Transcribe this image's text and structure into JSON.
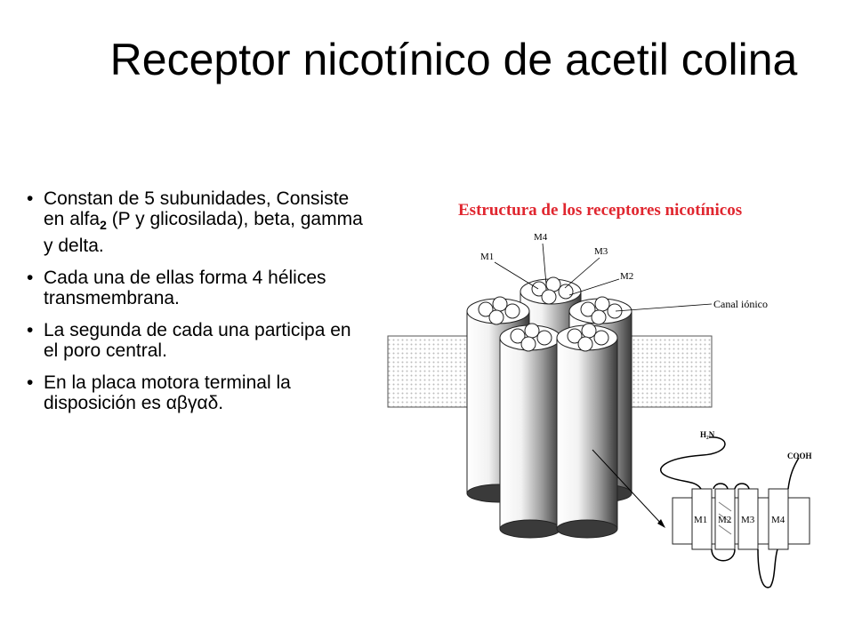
{
  "title": "Receptor nicotínico de acetil colina",
  "bullets": {
    "b1_pre": "Constan de 5 subunidades, Consiste en alfa",
    "b1_sub": "2",
    "b1_post": " (P y glicosilada), beta, gamma y delta.",
    "b2": "Cada una de ellas forma 4 hélices transmembrana.",
    "b3": "La segunda de cada una participa en el poro central.",
    "b4": "En la placa motora terminal la disposición es αβγαδ."
  },
  "figure": {
    "title": "Estructura de los receptores nicotínicos",
    "labels": {
      "m1": "M1",
      "m2": "M2",
      "m3": "M3",
      "m4": "M4",
      "channel": "Canal iónico",
      "h2n": "H₂N",
      "cooh": "COOH"
    }
  }
}
